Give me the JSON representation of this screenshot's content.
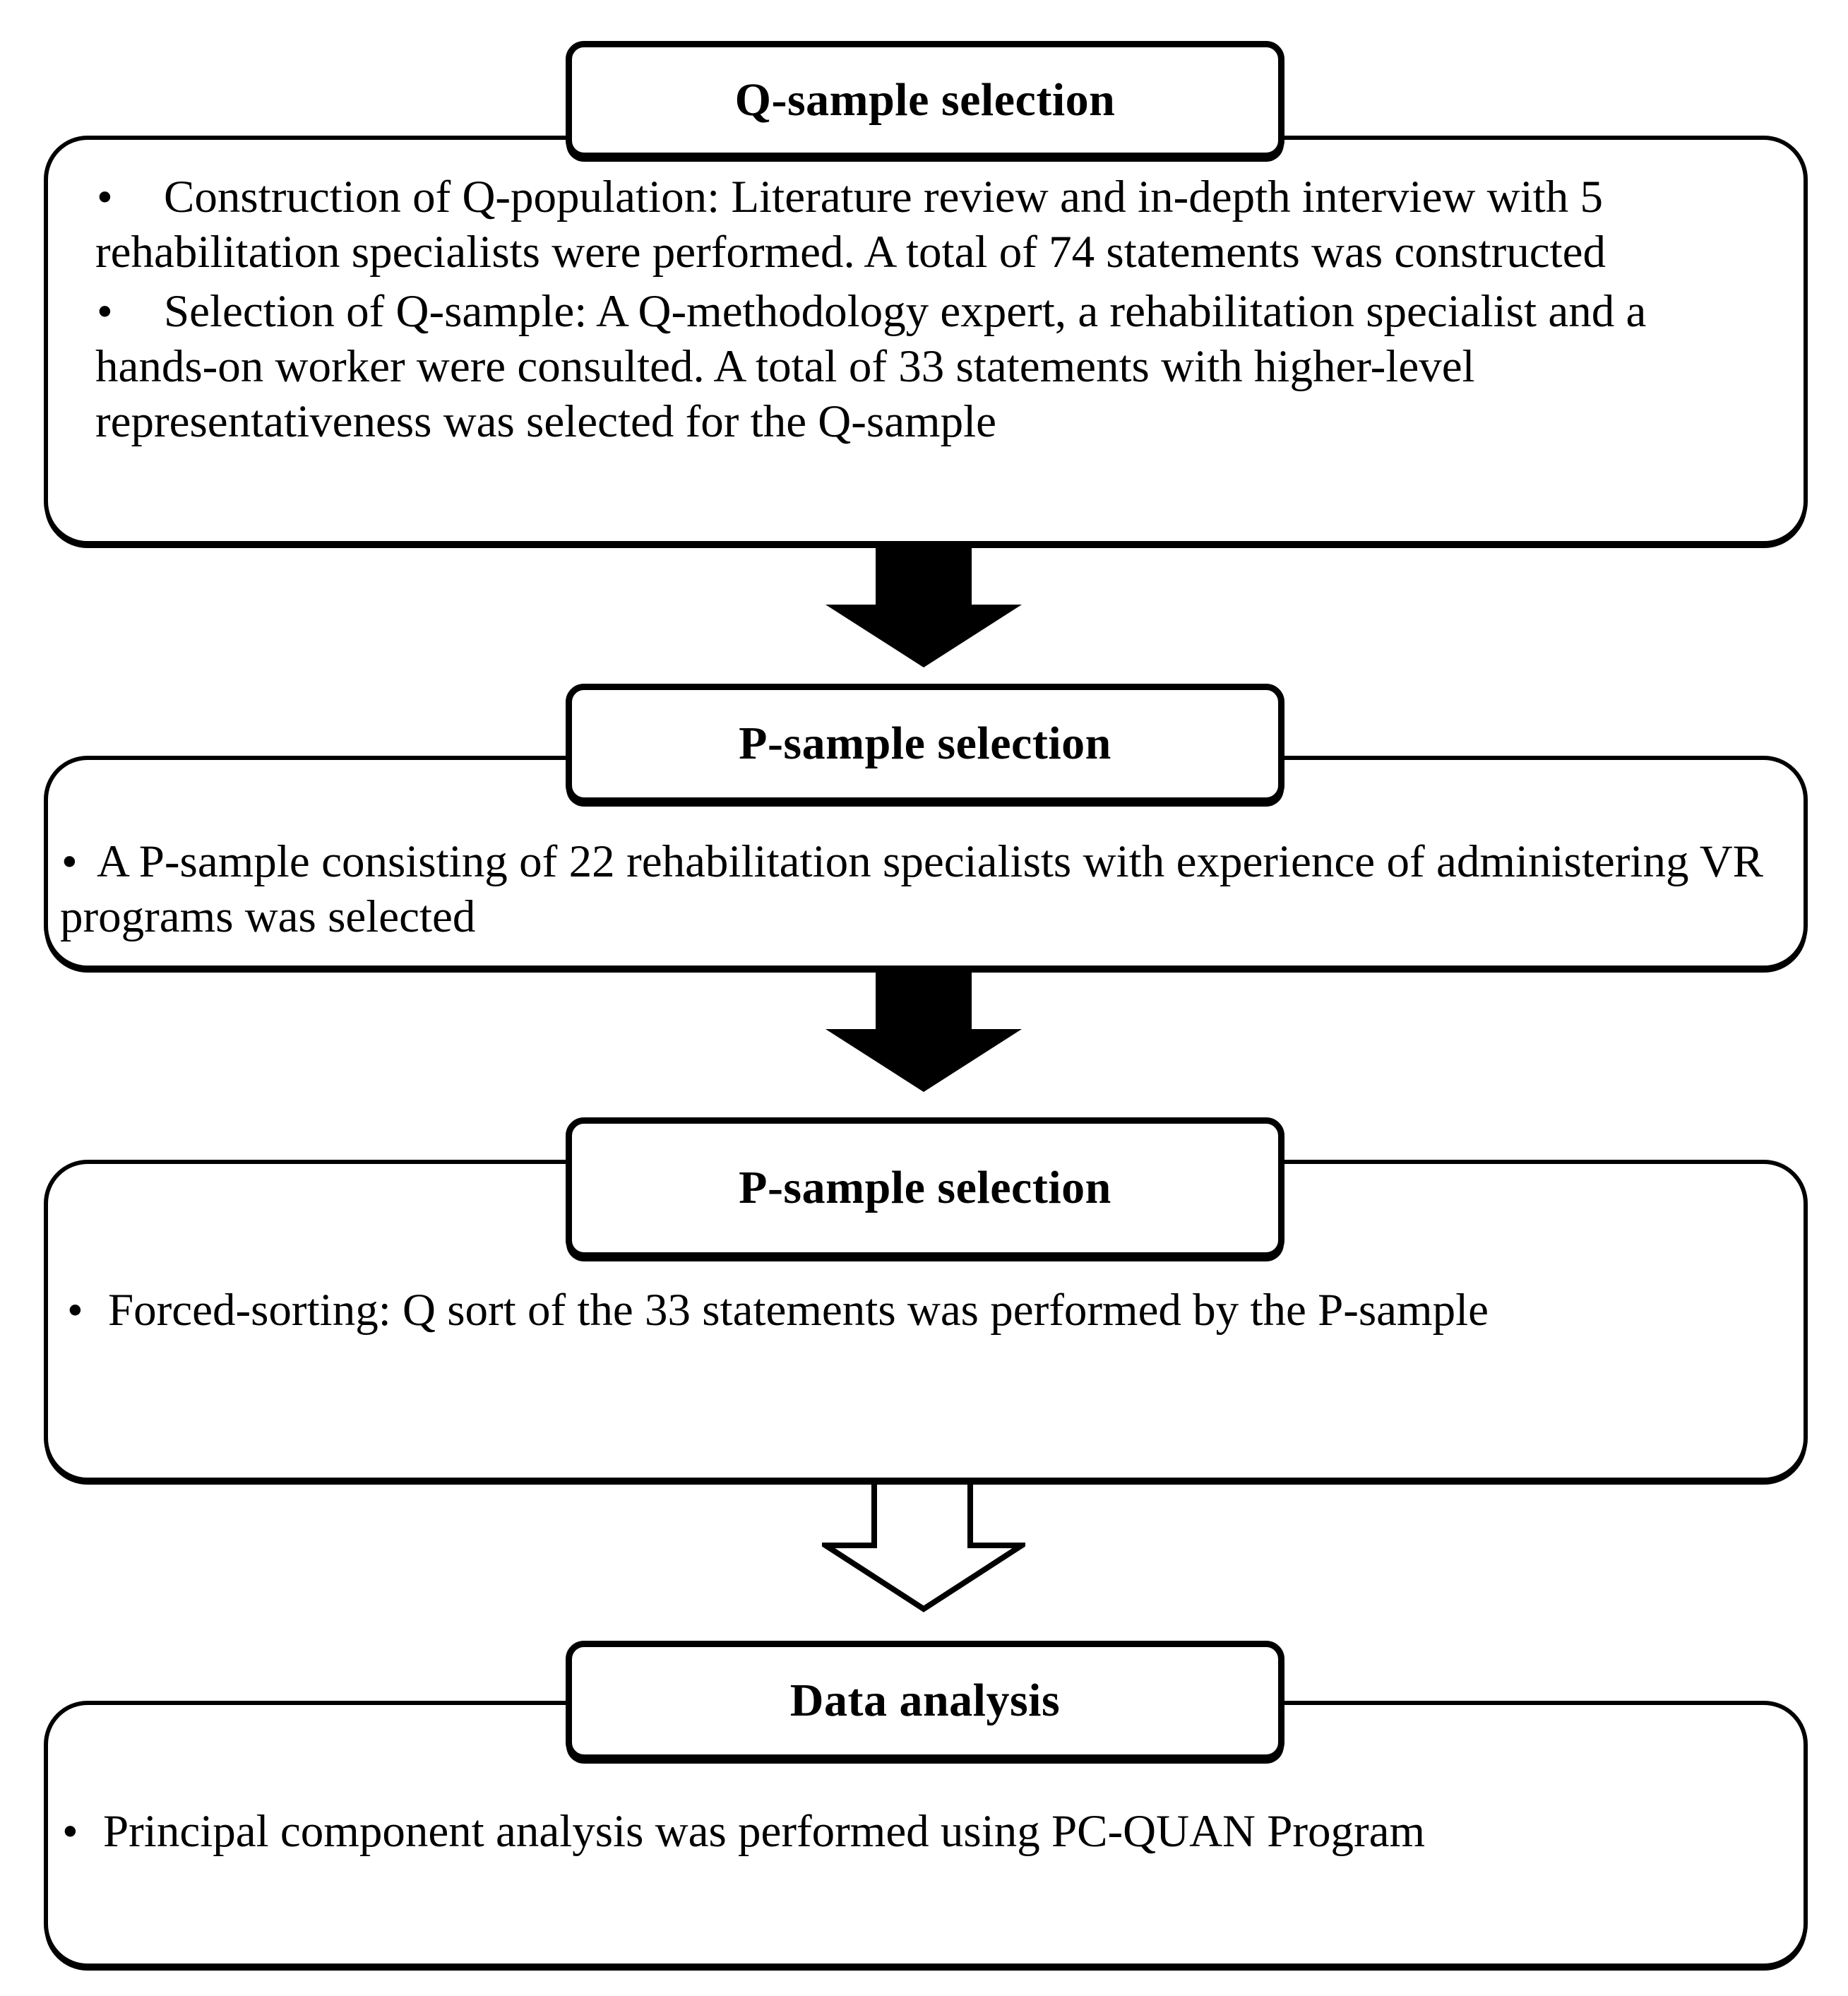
{
  "figure": {
    "type": "flowchart",
    "orientation": "vertical",
    "colors": {
      "border": "#000000",
      "background": "#ffffff",
      "text": "#000000"
    },
    "bullet_char": "•",
    "sections": [
      {
        "title": "Q-sample selection",
        "bullets": [
          "Construction of Q-population: Literature review and in-depth interview with 5 rehabilitation specialists were performed. A total of 74 statements was constructed",
          "Selection of Q-sample: A Q-methodology expert, a rehabilitation specialist and a hands-on worker were consulted. A total of 33 statements with higher-level representativeness was selected for the Q-sample"
        ]
      },
      {
        "title": "P-sample selection",
        "bullets": [
          "A P-sample consisting of 22 rehabilitation specialists with experience of administering VR programs was selected"
        ]
      },
      {
        "title": "P-sample selection",
        "bullets": [
          "Forced-sorting: Q sort of the 33 statements was performed by the P-sample"
        ]
      },
      {
        "title": "Data analysis",
        "bullets": [
          "Principal component analysis was performed using PC-QUAN Program"
        ]
      }
    ],
    "arrows": [
      {
        "style": "filled",
        "direction": "down",
        "from": "Q-sample selection",
        "to": "P-sample selection"
      },
      {
        "style": "filled",
        "direction": "down",
        "from": "P-sample selection",
        "to": "P-sample selection"
      },
      {
        "style": "outline",
        "direction": "down",
        "from": "P-sample selection",
        "to": "Data analysis"
      }
    ]
  }
}
